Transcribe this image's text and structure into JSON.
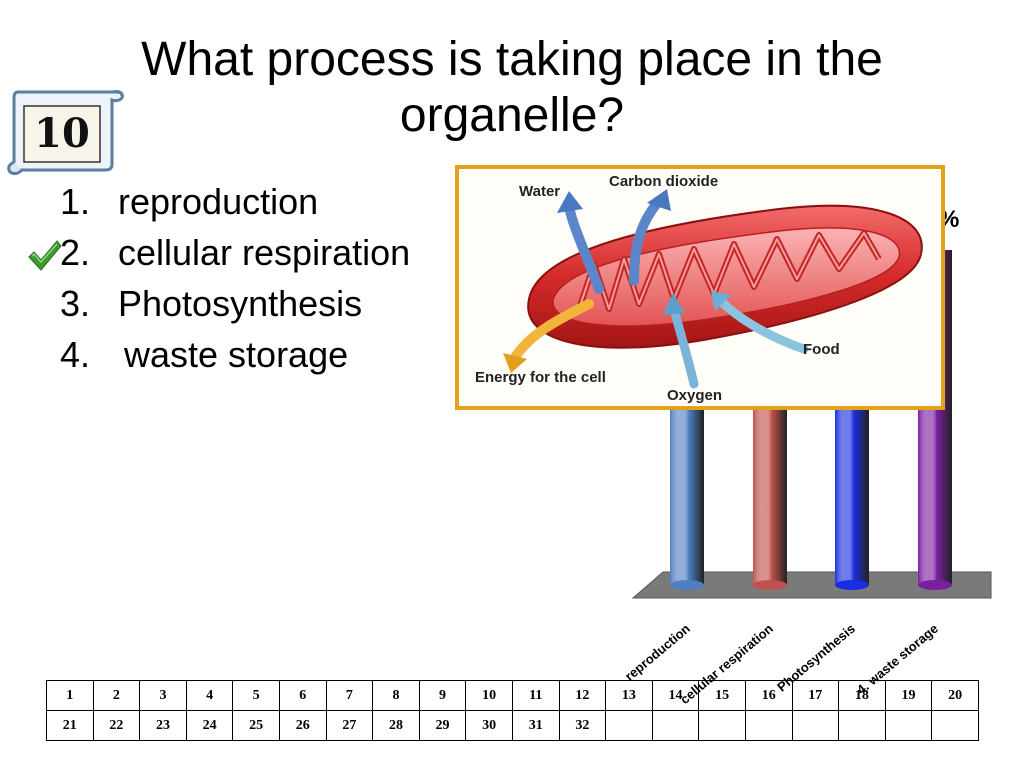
{
  "slide": {
    "title": "What process is taking place in the organelle?",
    "timer": "10"
  },
  "options": [
    {
      "number": "1.",
      "text": "reproduction",
      "correct": false
    },
    {
      "number": "2.",
      "text": "cellular respiration",
      "correct": true
    },
    {
      "number": "3.",
      "text": "Photosynthesis",
      "correct": false
    },
    {
      "number": "4.",
      "text": "waste storage",
      "correct": false
    }
  ],
  "picture": {
    "labels": {
      "water": "Water",
      "co2": "Carbon dioxide",
      "food": "Food",
      "energy": "Energy for the cell",
      "oxygen": "Oxygen"
    }
  },
  "chart_data": {
    "type": "bar",
    "categories": [
      "reproduction",
      "cellular respiration",
      "Photosynthesis",
      "4. waste storage"
    ],
    "colors": [
      "#4f7fc0",
      "#c0504d",
      "#1a2ee0",
      "#7a1fa0"
    ],
    "visible_label_fragment": "%"
  },
  "response_grid": {
    "row1": [
      "1",
      "2",
      "3",
      "4",
      "5",
      "6",
      "7",
      "8",
      "9",
      "10",
      "11",
      "12",
      "13",
      "14",
      "15",
      "16",
      "17",
      "18",
      "19",
      "20"
    ],
    "row2": [
      "21",
      "22",
      "23",
      "24",
      "25",
      "26",
      "27",
      "28",
      "29",
      "30",
      "31",
      "32",
      "",
      "",
      "",
      "",
      "",
      "",
      "",
      ""
    ]
  },
  "icons": {
    "timer": "scroll-timer-icon",
    "check": "checkmark-icon"
  }
}
